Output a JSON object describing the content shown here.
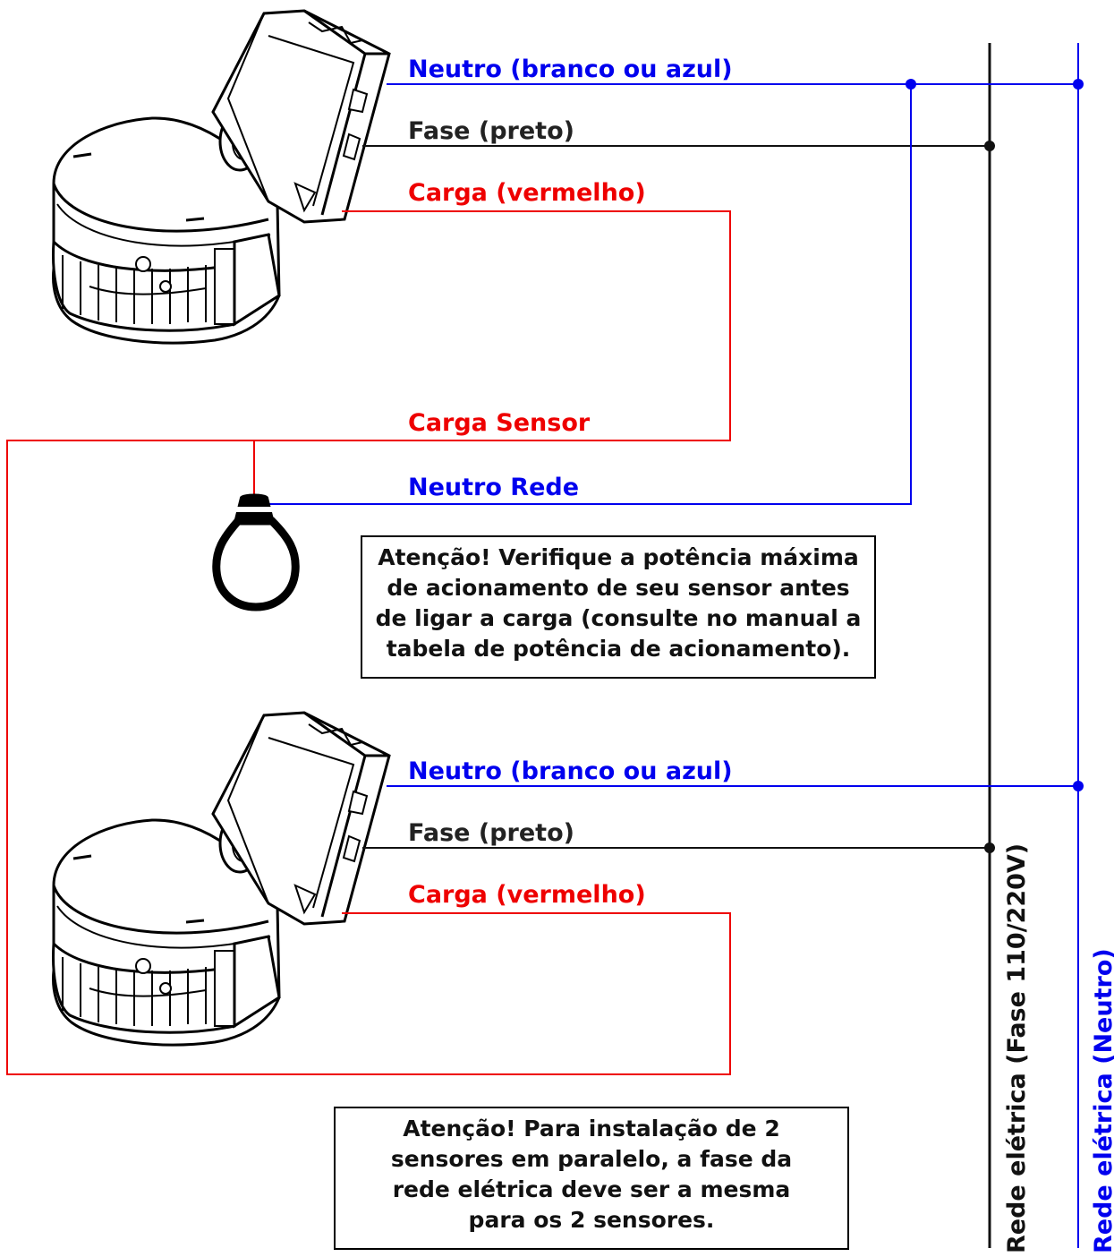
{
  "sensor1": {
    "neutro_label": "Neutro (branco ou azul)",
    "fase_label": "Fase (preto)",
    "carga_label": "Carga (vermelho)"
  },
  "sensor2": {
    "neutro_label": "Neutro (branco ou azul)",
    "fase_label": "Fase (preto)",
    "carga_label": "Carga (vermelho)"
  },
  "load": {
    "carga_sensor_label": "Carga Sensor",
    "neutro_rede_label": "Neutro Rede"
  },
  "mains": {
    "fase_label": "Rede elétrica (Fase 110/220V)",
    "neutro_label": "Rede elétrica (Neutro)"
  },
  "notes": {
    "power_warning": [
      "Atenção! Verifique a potência máxima",
      "de acionamento de seu sensor antes",
      "de ligar a carga (consulte no manual a",
      "tabela de potência de acionamento)."
    ],
    "parallel_warning": [
      "Atenção! Para instalação de 2",
      "sensores em paralelo, a fase da",
      "rede elétrica deve ser a mesma",
      "para os 2 sensores."
    ]
  },
  "colors": {
    "neutral": "#0000ee",
    "phase": "#111111",
    "load": "#ee0000"
  }
}
